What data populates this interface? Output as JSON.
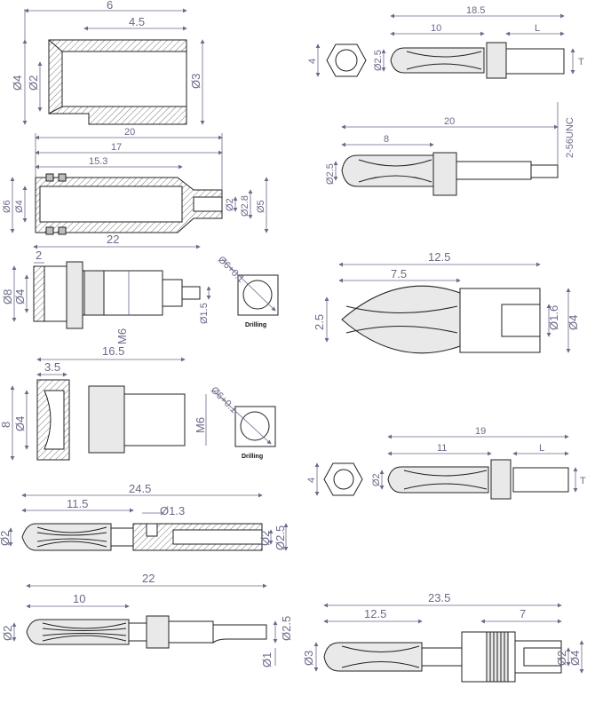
{
  "drawings": {
    "sleeve": {
      "d_len": "6",
      "d_bore_len": "4.5",
      "d_od": "Ø4",
      "d_id": "Ø2",
      "d_bore": "Ø3"
    },
    "solder_plug": {
      "d_total": "20",
      "d_17": "17",
      "d_153": "15.3",
      "d_od": "Ø6",
      "d_body": "Ø4",
      "d_pin": "Ø2",
      "d_28": "Ø2.8",
      "d_5": "Ø5"
    },
    "panel_socket_a": {
      "d_total": "22",
      "d_flange": "2",
      "d_8": "Ø8",
      "d_4": "Ø4",
      "d_15": "Ø1.5",
      "d_m6": "M6",
      "drill": "Ø6+0.1",
      "drill_label": "Drilling"
    },
    "panel_socket_b": {
      "d_total": "16.5",
      "d_35": "3.5",
      "d_8": "8",
      "d_4": "Ø4",
      "d_m6": "M6",
      "drill": "Ø6+0.1",
      "drill_label": "Drilling"
    },
    "plug_set_screw": {
      "d_total": "24.5",
      "d_115": "11.5",
      "d_13": "Ø1.3",
      "d_2a": "Ø2",
      "d_2b": "Ø2",
      "d_25": "Ø2.5"
    },
    "plug_flat": {
      "d_total": "22",
      "d_10": "10",
      "d_2": "Ø2",
      "d_25": "Ø2.5",
      "d_1": "Ø1"
    },
    "plug_threaded_a": {
      "d_total": "18.5",
      "d_10": "10",
      "d_L": "L",
      "d_4": "4",
      "d_25": "Ø2.5",
      "d_T": "T"
    },
    "plug_unc": {
      "d_total": "20",
      "d_8": "8",
      "d_25": "Ø2.5",
      "d_thread": "2-56UNC"
    },
    "socket_large": {
      "d_total": "12.5",
      "d_75": "7.5",
      "d_25": "2.5",
      "d_16": "Ø1.6",
      "d_4": "Ø4"
    },
    "plug_threaded_b": {
      "d_total": "19",
      "d_11": "11",
      "d_L": "L",
      "d_4": "4",
      "d_2": "Ø2",
      "d_T": "T"
    },
    "plug_knurled": {
      "d_total": "23.5",
      "d_125": "12.5",
      "d_7": "7",
      "d_3": "Ø3",
      "d_2": "Ø2",
      "d_4": "Ø4"
    }
  }
}
